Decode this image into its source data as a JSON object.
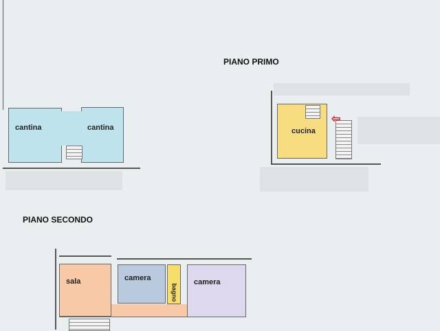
{
  "titles": {
    "first_floor": "PIANO PRIMO",
    "second_floor": "PIANO SECONDO"
  },
  "rooms": {
    "cantina_left": "cantina",
    "cantina_right": "cantina",
    "cucina": "cucina",
    "sala": "sala",
    "camera_left": "camera",
    "bagno": "bagno",
    "camera_right": "camera"
  },
  "colors": {
    "cantina": "#bfe3ec",
    "cucina": "#f8dd80",
    "sala": "#f8c9a6",
    "camera_left": "#b9c9de",
    "bagno": "#f7de6c",
    "camera_right": "#ddd8ee",
    "arrow": "#d8242a"
  }
}
